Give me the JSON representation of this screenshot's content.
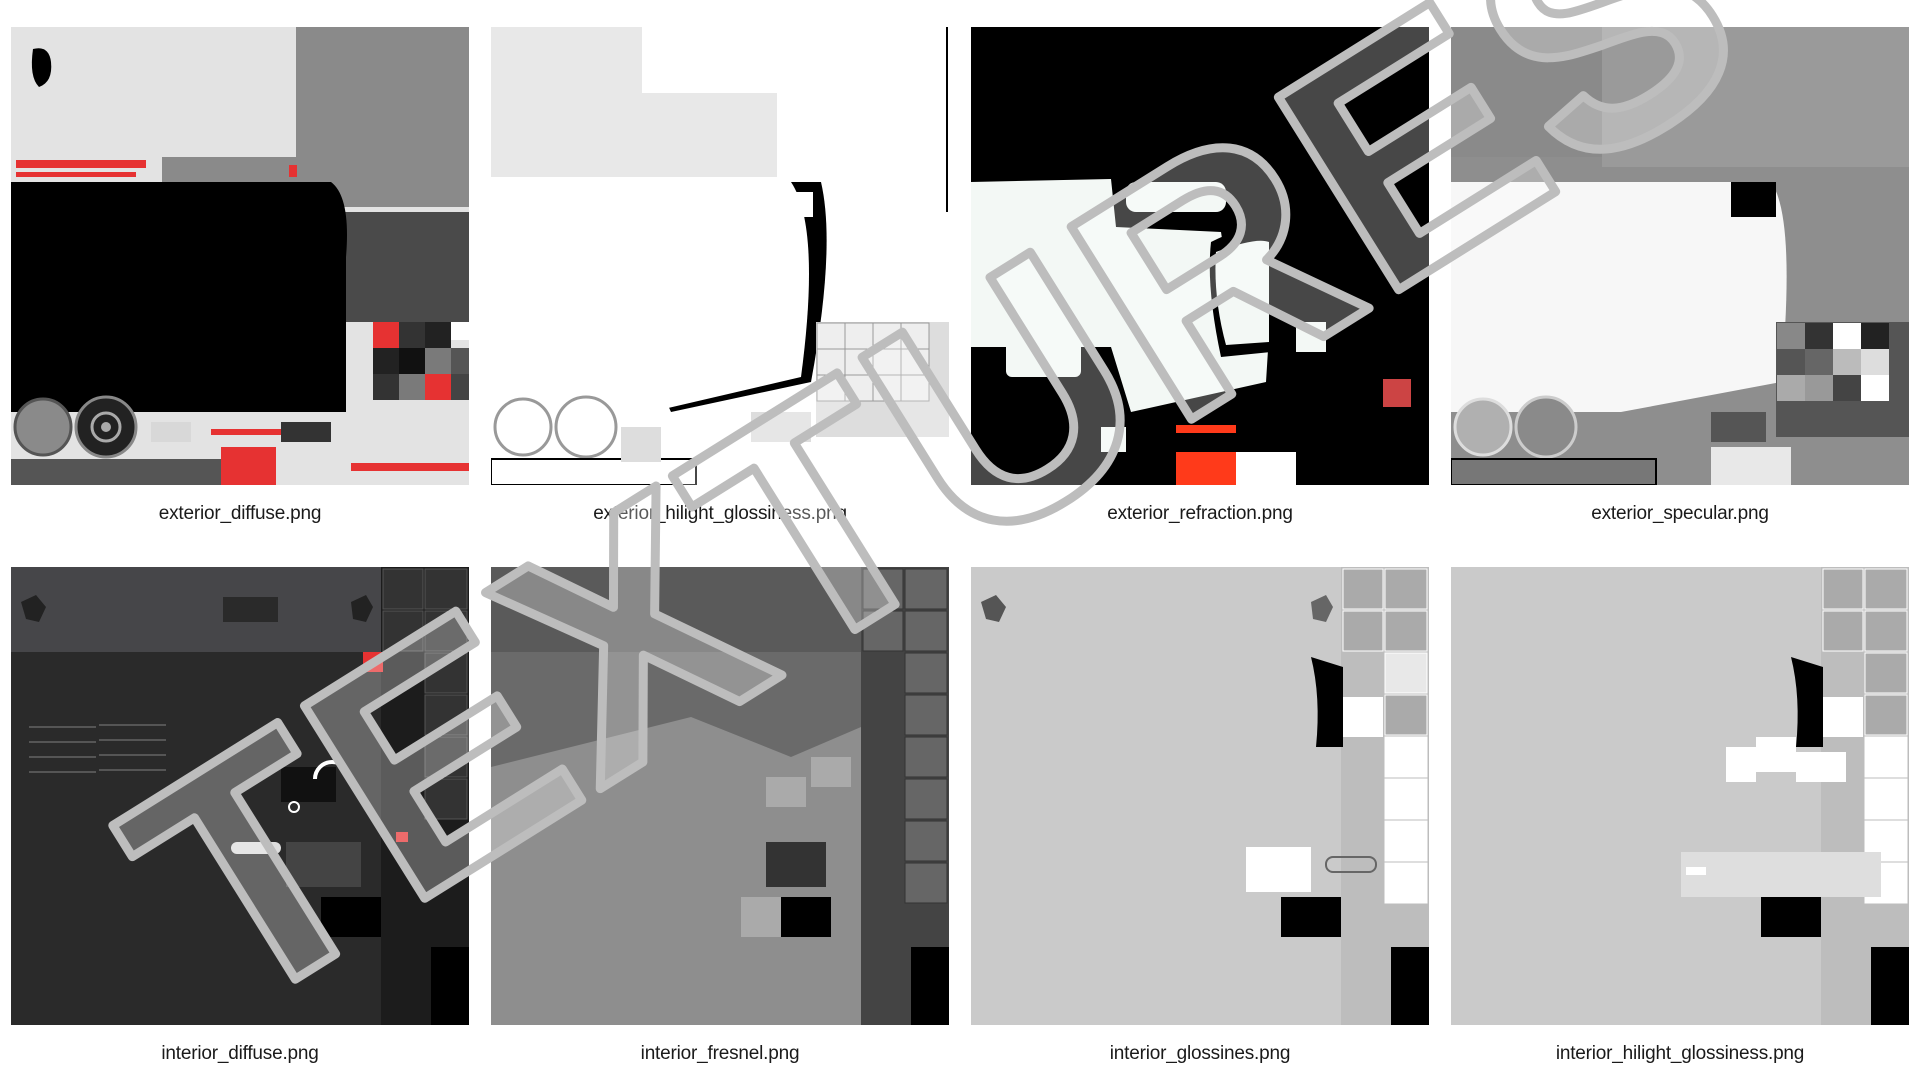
{
  "textures": [
    {
      "id": "exterior_diffuse",
      "caption": "exterior_diffuse.png"
    },
    {
      "id": "exterior_hilight_glossiness",
      "caption": "exterior_hilight_glossiness.png"
    },
    {
      "id": "exterior_refraction",
      "caption": "exterior_refraction.png"
    },
    {
      "id": "exterior_specular",
      "caption": "exterior_specular.png"
    },
    {
      "id": "interior_diffuse",
      "caption": "interior_diffuse.png"
    },
    {
      "id": "interior_fresnel",
      "caption": "interior_fresnel.png"
    },
    {
      "id": "interior_glossines",
      "caption": "interior_glossines.png"
    },
    {
      "id": "interior_hilight_glossiness",
      "caption": "interior_hilight_glossiness.png"
    }
  ],
  "watermark": {
    "text": "TEXTURES"
  },
  "colors": {
    "accent_red": "#e63232",
    "refraction_red": "#ff3a1a",
    "watermark_stroke": "#bdbdbd"
  }
}
